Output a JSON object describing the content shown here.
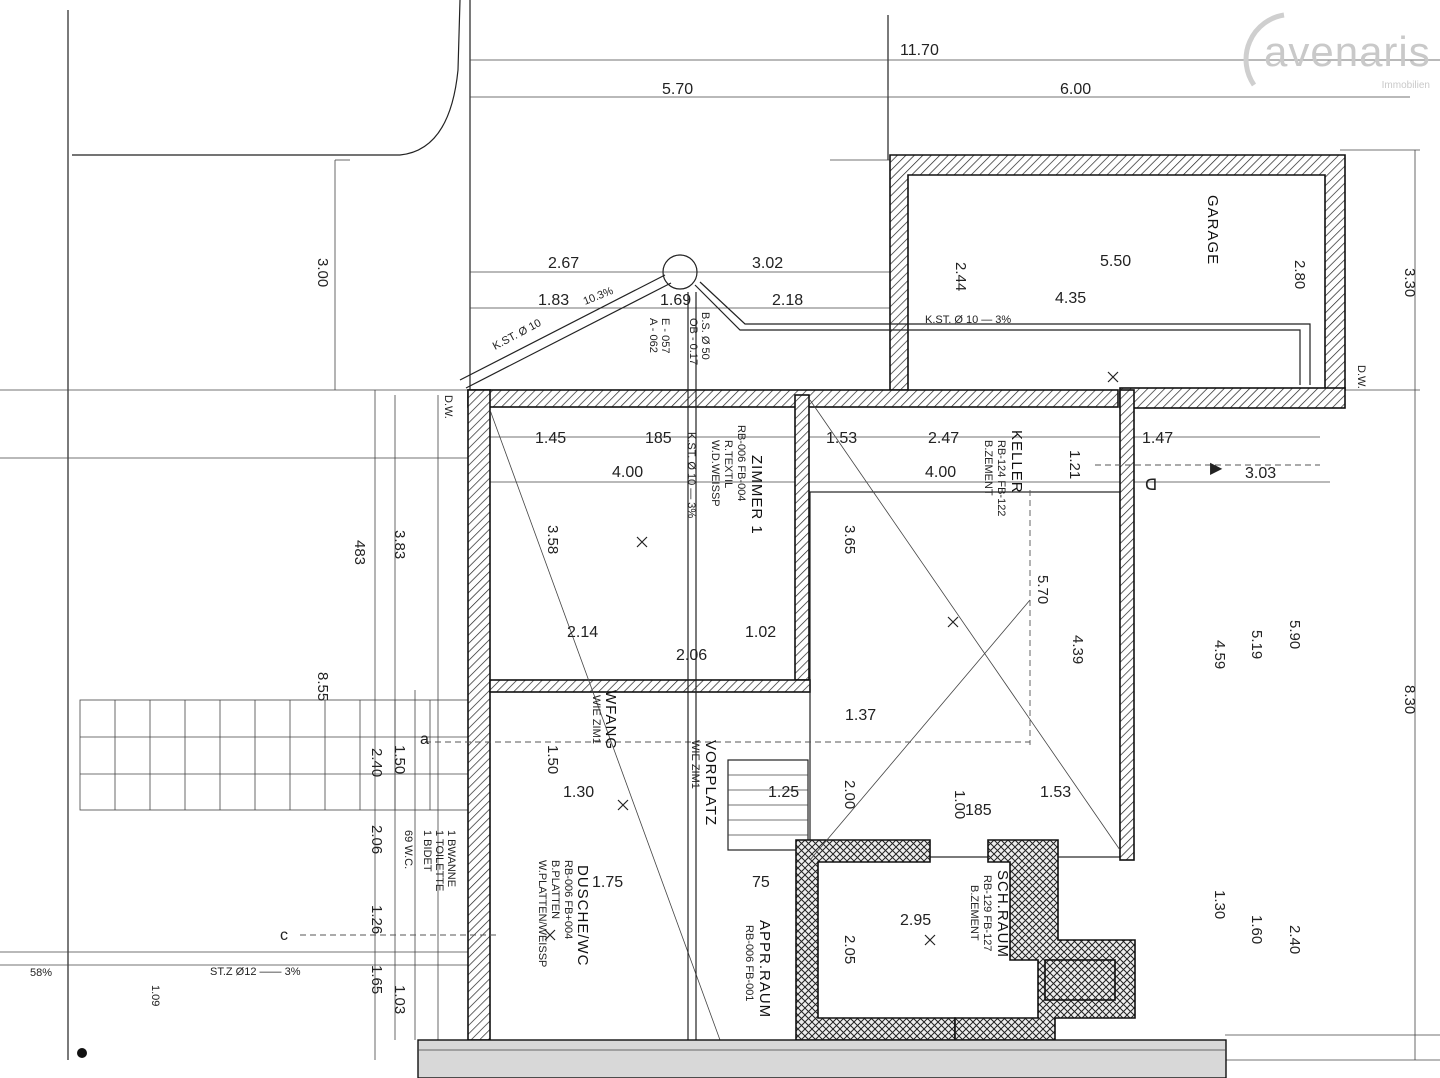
{
  "logo": {
    "name": "avenaris",
    "sub": "Immobilien"
  },
  "dimensions": {
    "total_width": "11.70",
    "left_width": "5.70",
    "right_width": "6.00",
    "top_left_depth": "3.00",
    "garage_inner": "5.50",
    "pipe_run_garage": "4.35",
    "garage_side": "2.80",
    "garage_depth": "3.30",
    "overall_depth": "8.30",
    "left_depth": "8.55",
    "zimmer_width": "4.00",
    "keller_width": "4.00",
    "d_145": "1.45",
    "d_185": "185",
    "d_153": "1.53",
    "d_247": "2.47",
    "d_147": "1.47",
    "d_303": "3.03",
    "d_2675": "2.67",
    "d_3025": "3.02",
    "d_183": "1.83",
    "d_169": "1.69",
    "d_2185": "2.18",
    "d_358": "3.58",
    "d_383": "3.83",
    "d_483": "483",
    "d_365": "3.65",
    "d_570": "5.70",
    "d_439": "4.39",
    "d_459": "4.59",
    "d_5195": "5.19",
    "d_590": "5.90",
    "d_214": "2.14",
    "d_206": "2.06",
    "d_102": "1.02",
    "d_137": "1.37",
    "d_150": "1.50",
    "d_240": "2.40",
    "d_130": "1.30",
    "d_125": "1.25",
    "d_200": "2.00",
    "d_153b": "1.53",
    "d_295": "2.95",
    "d_205": "2.05",
    "d_160": "1.60",
    "d_240b": "2.40",
    "d_130b": "1.30",
    "d_2065": "2.06",
    "d_126": "1.26",
    "d_165": "1.65",
    "d_103": "1.03",
    "d_175": "1.75",
    "d_75": "75",
    "d_100": "1.00",
    "d_121": "1.21",
    "d_244": "2.44"
  },
  "rooms": {
    "garage": "GARAGE",
    "zimmer": "ZIMMER 1",
    "zimmer_note1": "RB-006 FB-004",
    "zimmer_note2": "R.TEXTIL",
    "zimmer_note3": "W.D.WEISSP",
    "keller": "KELLER",
    "keller_note1": "RB-124 FB-122",
    "keller_note2": "B.ZEMENT",
    "vorplatz": "VORPLATZ",
    "vorplatz_note": "WIE ZIM1",
    "windfang": "WFANG",
    "windfang_note": "WIE ZIM1",
    "dusche": "DUSCHE/WC",
    "dusche_note1": "RB-006 FB+004",
    "dusche_note2": "B.PLATTEN",
    "dusche_note3": "W.PLATTEN/WEISSP",
    "schraum": "SCH.RAUM",
    "schraum_note1": "RB-129 FB-127",
    "schraum_note2": "B.ZEMENT",
    "apprraum": "APPR.RAUM",
    "apprraum_note": "RB-006 FB-001"
  },
  "notes": {
    "kst_pipe": "K.ST. Ø 10",
    "slope_103": "10.3%",
    "kst_garage": "K.ST. Ø 10 — 3%",
    "kst_vertical": "K.ST. Ø 10 — 3%",
    "bs_pipe": "B.S. Ø 50",
    "e_057": "E - 057",
    "a_062": "A - 062",
    "ob_017": "OB - 0.17",
    "dw": "D.W.",
    "dw_left": "D.W.",
    "stz": "ST.Z Ø12 —— 3%",
    "slope_58": "58%",
    "level_109": "1.09",
    "fixtures1": "1 BWANNE",
    "fixtures2": "1 TOILETTE",
    "fixtures3": "1 BIDET",
    "fixtures4": "69 W.C."
  }
}
